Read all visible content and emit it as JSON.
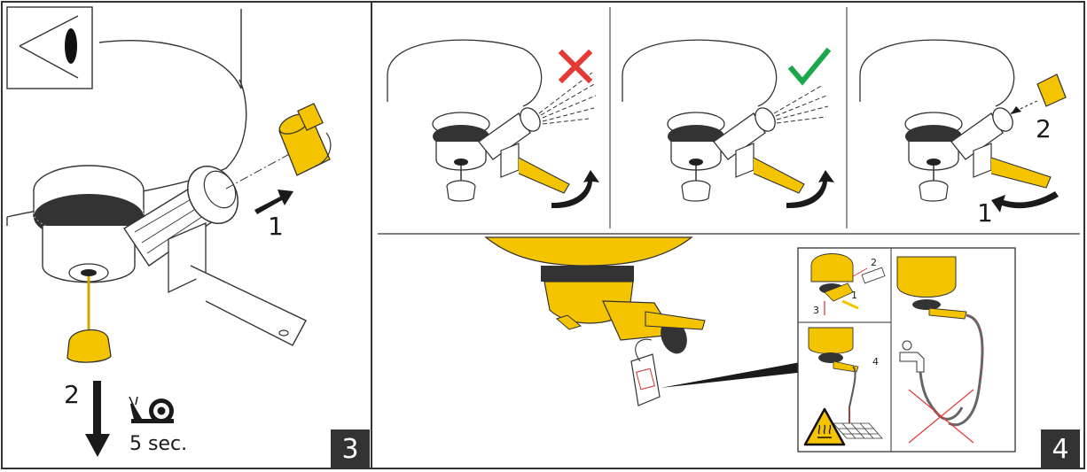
{
  "panel3": {
    "step_1": "1",
    "step_2": "2",
    "duration": "5 sec.",
    "badge": "3",
    "icons": [
      "eye-icon",
      "snail-icon",
      "arrow-down-icon"
    ]
  },
  "panel4": {
    "badge": "4",
    "top_row": {
      "wrong": {
        "mark": "cross-icon",
        "color": "#e53935"
      },
      "right": {
        "mark": "check-icon",
        "color": "#1aa84b"
      },
      "step_1": "1",
      "step_2": "2"
    },
    "inset": {
      "step_2": "2",
      "step_1": "1",
      "step_3": "3",
      "step_4": "4",
      "warning_icon": "hot-surface-warning-icon"
    }
  },
  "colors": {
    "part_yellow": "#f5c400",
    "frame": "#333333",
    "badge_bg": "#333333",
    "line": "#1a1a1a",
    "red": "#e53935",
    "green": "#1aa84b"
  }
}
